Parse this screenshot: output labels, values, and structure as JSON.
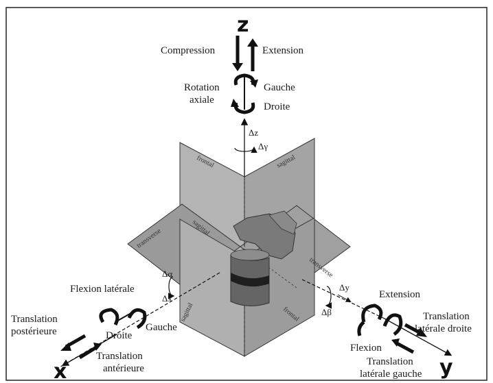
{
  "axes": {
    "z": "z",
    "x": "x",
    "y": "y"
  },
  "z_axis": {
    "compression": "Compression",
    "extension": "Extension",
    "rotation_line1": "Rotation",
    "rotation_line2": "axiale",
    "gauche": "Gauche",
    "droite": "Droite",
    "delta_z": "Δz",
    "delta_y": "Δγ"
  },
  "x_axis": {
    "flexion_laterale": "Flexion latérale",
    "delta_alpha": "Δα",
    "delta_x": "Δx",
    "translation_post_line1": "Translation",
    "translation_post_line2": "postérieure",
    "droite": "Droite",
    "gauche": "Gauche",
    "translation_ant_line1": "Translation",
    "translation_ant_line2": "antérieure"
  },
  "y_axis": {
    "delta_y": "Δy",
    "delta_beta": "Δβ",
    "extension": "Extension",
    "translation_droite_line1": "Translation",
    "translation_droite_line2": "latérale droite",
    "flexion": "Flexion",
    "translation_gauche_line1": "Translation",
    "translation_gauche_line2": "latérale gauche"
  },
  "planes": {
    "frontal": "frontal",
    "sagittal_top": "sagittal",
    "transverse_left": "transverse",
    "sagittal_mid": "sagittal",
    "transverse_right": "transverse",
    "sagittal_bottom_left": "sagittal",
    "frontal_bottom": "frontal"
  },
  "colors": {
    "plane_fill": "#a9a9a9",
    "plane_stroke": "#333333",
    "ink": "#111111",
    "vertebra": "#6e6e6e",
    "disc": "#1e1e1e"
  }
}
